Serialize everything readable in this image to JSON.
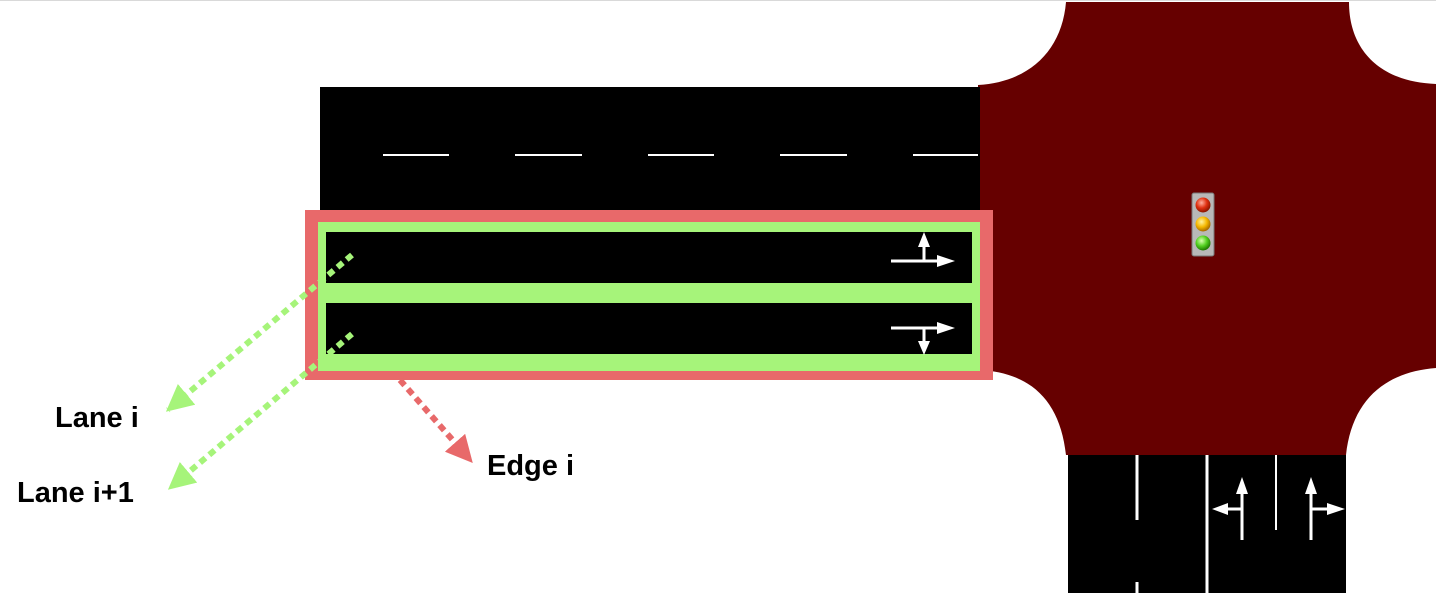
{
  "labels": {
    "lane_i": "Lane i",
    "lane_i_plus_1": "Lane i+1",
    "edge_i": "Edge i"
  },
  "colors": {
    "road": "#000000",
    "junction": "#660000",
    "lane_highlight": "#a6f47a",
    "edge_highlight": "#e8696a",
    "marking": "#ffffff",
    "background": "#ffffff"
  },
  "icons": {
    "traffic_light": "traffic-light-icon",
    "lane_i_arrow": "straight-right-arrow-icon",
    "lane_i_plus_1_arrow": "right-down-arrow-icon",
    "south_lane_left_arrow": "straight-left-arrow-icon",
    "south_lane_right_arrow": "straight-right-arrow-icon"
  }
}
